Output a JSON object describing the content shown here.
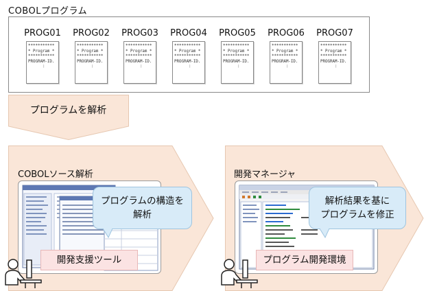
{
  "top": {
    "title": "COBOLプログラム",
    "programs": [
      "PROG01",
      "PROG02",
      "PROG03",
      "PROG04",
      "PROG05",
      "PROG06",
      "PROG07"
    ],
    "doc_lines": [
      "***********",
      "* Program *",
      "***********",
      "PROGRAM-ID.",
      "      :"
    ]
  },
  "step": {
    "label": "プログラムを解析"
  },
  "left": {
    "title": "COBOLソース解析",
    "bubble": [
      "プログラムの構造を",
      "解析"
    ],
    "tool_label": "開発支援ツール"
  },
  "right": {
    "title": "開発マネージャ",
    "bubble": [
      "解析結果を基に",
      "プログラムを修正"
    ],
    "tool_label": "プログラム開発環境"
  },
  "colors": {
    "arrow_fill": "#fae6d8",
    "bubble_fill": "#d8ebf8",
    "label_fill": "#fbe3e3"
  }
}
